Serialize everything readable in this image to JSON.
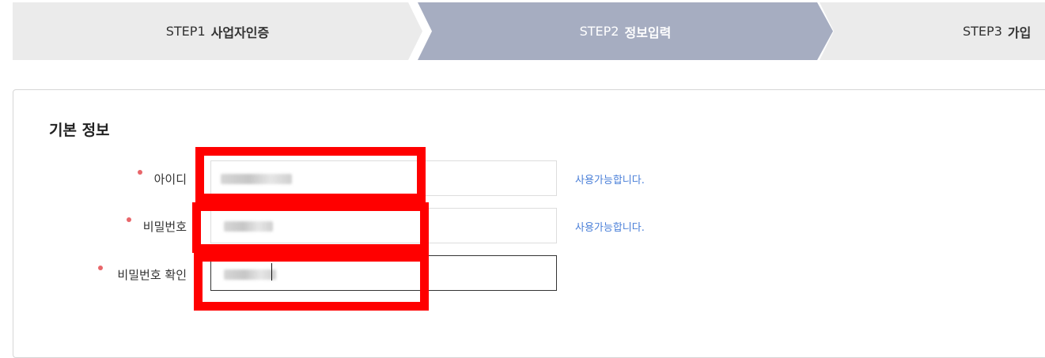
{
  "steps": [
    {
      "num": "STEP1",
      "title": "사업자인증"
    },
    {
      "num": "STEP2",
      "title": "정보입력"
    },
    {
      "num": "STEP3",
      "title": "가입"
    }
  ],
  "section": {
    "title": "기본 정보"
  },
  "form": {
    "id": {
      "label": "아이디",
      "status": "사용가능합니다."
    },
    "password": {
      "label": "비밀번호",
      "status": "사용가능합니다."
    },
    "password_confirm": {
      "label": "비밀번호 확인"
    }
  },
  "colors": {
    "step_active": "#a6adc1",
    "step_inactive": "#ebebeb",
    "required_dot": "#e8666a",
    "status_text": "#4a7fd8",
    "highlight": "#ff0000"
  }
}
